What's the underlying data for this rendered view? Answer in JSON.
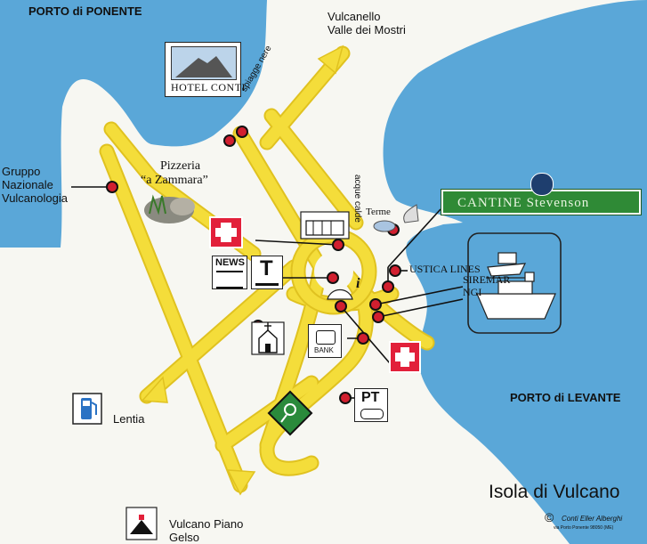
{
  "colors": {
    "sea": "#5aa7d8",
    "land": "#f7f7f2",
    "road": "#f4dd3a",
    "road_edge": "#e0c220",
    "marker": "#d11f2f",
    "cross": "#e2203a",
    "cantine_green": "#2f8a36"
  },
  "labels": {
    "porto_ponente": "PORTO di PONENTE",
    "vulcanello": "Vulcanello",
    "valle_mostri": "Valle dei Mostri",
    "spiagge_nere": "spiagge nere",
    "hotel": "HOTEL CONTI",
    "acque_calde": "acque calde",
    "gruppo_line1": "Gruppo",
    "gruppo_line2": "Nazionale",
    "gruppo_line3": "Vulcanologia",
    "pizzeria_line1": "Pizzeria",
    "pizzeria_line2": "“a Zammara”",
    "terme": "Terme",
    "cantine": "CANTINE Stevenson",
    "news": "NEWS",
    "tabacchi": "T",
    "ustica": "USTICA LINES",
    "siremar": "SIREMAR",
    "ngi": "NGI",
    "bank": "BANK",
    "pt": "PT",
    "porto_levante": "PORTO di LEVANTE",
    "lentia": "Lentia",
    "vulcano_piano_line1": "Vulcano Piano",
    "vulcano_piano_line2": "Gelso",
    "island_title": "Isola di Vulcano",
    "copyright": "©",
    "credit": "Conti Eller Alberghi",
    "credit_address": "via Porto Ponente 98050 (ME)",
    "info": "i"
  },
  "icons": [
    "hotel-sign-icon",
    "volcano-icon",
    "pizzeria-icon",
    "pharmacy-icon",
    "news-icon",
    "tabacchi-icon",
    "info-icon",
    "church-icon",
    "bank-icon",
    "first-aid-icon",
    "fuel-pump-icon",
    "tennis-icon",
    "post-office-icon",
    "ferry-icon",
    "hydrofoil-icon",
    "winery-keeper-icon",
    "terme-icon",
    "monument-icon"
  ]
}
